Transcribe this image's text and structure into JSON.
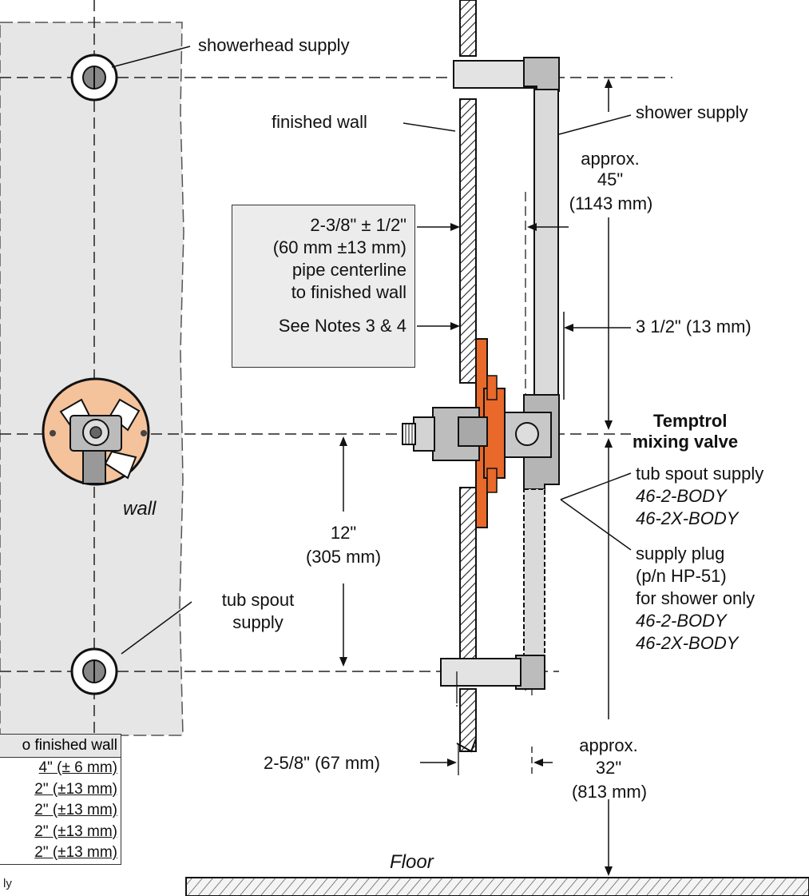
{
  "labels": {
    "showerhead_supply": "showerhead supply",
    "finished_wall": "finished wall",
    "shower_supply": "shower supply",
    "approx_top": "approx.",
    "approx_top_in": "45\"",
    "approx_top_mm": "(1143 mm)",
    "note_line1": "2-3/8\" ± 1/2\"",
    "note_line2": "(60 mm ±13 mm)",
    "note_line3": "pipe centerline",
    "note_line4": "to finished wall",
    "note_line5": "See Notes 3 & 4",
    "three_half": "3 1/2\" (13 mm)",
    "temptrol_line1": "Temptrol",
    "temptrol_line2": "mixing valve",
    "tub_spout_supply_right": "tub spout supply",
    "body_a1": "46-2-BODY",
    "body_a2": "46-2X-BODY",
    "supply_plug": "supply plug",
    "plug_pn": "(p/n HP-51)",
    "shower_only": "for shower only",
    "body_b1": "46-2-BODY",
    "body_b2": "46-2X-BODY",
    "wall": "wall",
    "twelve_in": "12\"",
    "twelve_mm": "(305 mm)",
    "tub_spout_left1": "tub spout",
    "tub_spout_left2": "supply",
    "two_five_eight": "2-5/8\" (67 mm)",
    "approx_bot": "approx.",
    "approx_bot_in": "32\"",
    "approx_bot_mm": "(813 mm)",
    "floor": "Floor",
    "footnote": "ly"
  },
  "table": {
    "header": "o finished wall",
    "rows": [
      {
        "value": "4\" (± 6 mm)"
      },
      {
        "value": "2\" (±13 mm)"
      },
      {
        "value": "2\" (±13 mm)"
      },
      {
        "value": "2\" (±13 mm)"
      },
      {
        "value": "2\" (±13 mm)"
      }
    ]
  },
  "colors": {
    "wall_panel": "#e6e6e6",
    "escutcheon": "#f4c29b",
    "bracket_orange": "#e8692a",
    "pipe_gray": "#cfcfcf",
    "outline": "#222222"
  }
}
